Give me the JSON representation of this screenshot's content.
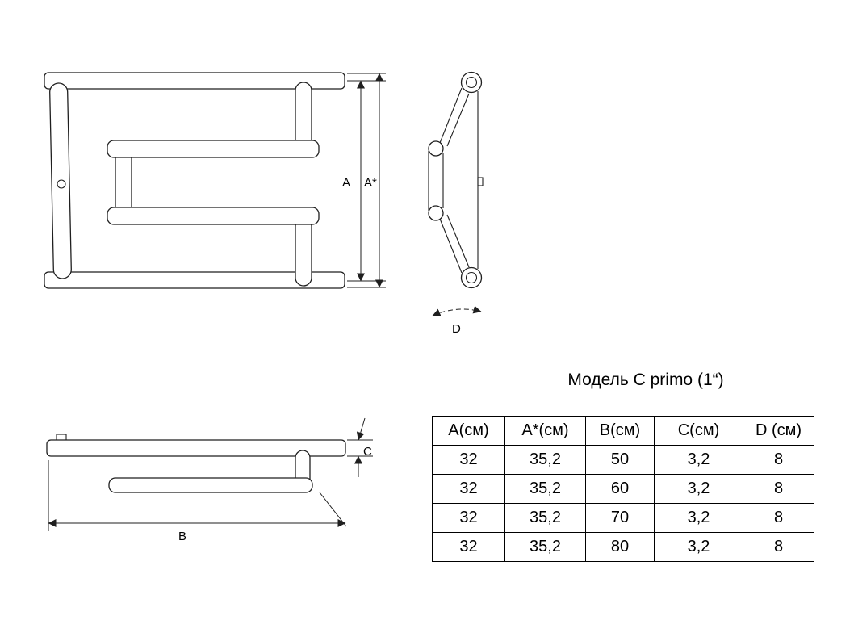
{
  "diagram": {
    "labels": {
      "a": "A",
      "a_star": "A*",
      "b": "B",
      "c": "C",
      "d": "D"
    }
  },
  "table": {
    "title": "Модель C primo (1“)",
    "headers": [
      "А(см)",
      "А*(см)",
      "В(см)",
      "С(см)",
      "D (см)"
    ],
    "rows": [
      [
        "32",
        "35,2",
        "50",
        "3,2",
        "8"
      ],
      [
        "32",
        "35,2",
        "60",
        "3,2",
        "8"
      ],
      [
        "32",
        "35,2",
        "70",
        "3,2",
        "8"
      ],
      [
        "32",
        "35,2",
        "80",
        "3,2",
        "8"
      ]
    ]
  }
}
